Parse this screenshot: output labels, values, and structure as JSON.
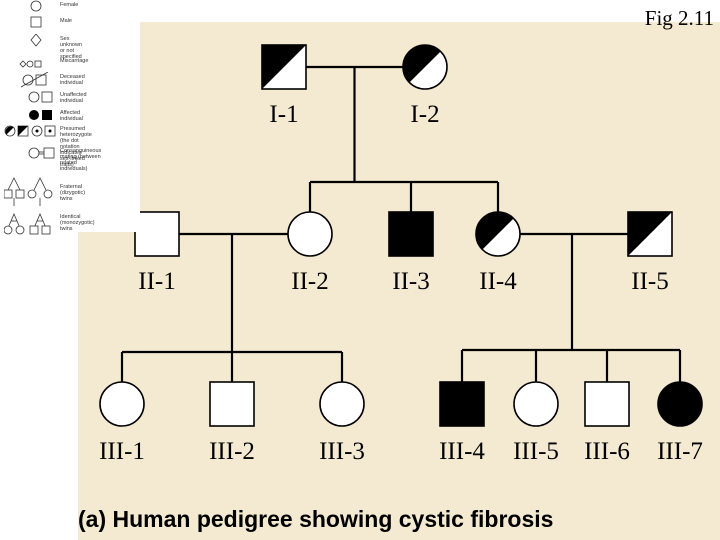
{
  "figure_label": "Fig 2.11",
  "caption": "(a) Human pedigree showing cystic fibrosis",
  "colors": {
    "background": "#f4ead1",
    "affected": "#000000",
    "unaffected": "#ffffff",
    "line": "#000000"
  },
  "legend": [
    {
      "symbol": "circle",
      "text": "Female"
    },
    {
      "symbol": "square",
      "text": "Male"
    },
    {
      "symbol": "diamond",
      "text": "Sex unknown or not specified"
    },
    {
      "symbol": "small-shapes",
      "text": "Miscarriage"
    },
    {
      "symbol": "slashed",
      "text": "Deceased individual"
    },
    {
      "symbol": "open-pair",
      "text": "Unaffected individual"
    },
    {
      "symbol": "filled-pair",
      "text": "Affected individual"
    },
    {
      "symbol": "carrier-group",
      "text": "Presumed heterozygote (the dot notation indicates sex-linked traits)"
    },
    {
      "symbol": "double-line",
      "text": "Consanguineous mating (between related individuals)"
    },
    {
      "symbol": "fraternal",
      "text": "Fraternal (dizygotic) twins"
    },
    {
      "symbol": "identical",
      "text": "Identical (monozygotic) twins"
    }
  ],
  "individuals": [
    {
      "id": "I-1",
      "label": "I-1",
      "sex": "male",
      "status": "carrier"
    },
    {
      "id": "I-2",
      "label": "I-2",
      "sex": "female",
      "status": "carrier"
    },
    {
      "id": "II-1",
      "label": "II-1",
      "sex": "male",
      "status": "unaffected"
    },
    {
      "id": "II-2",
      "label": "II-2",
      "sex": "female",
      "status": "unaffected"
    },
    {
      "id": "II-3",
      "label": "II-3",
      "sex": "male",
      "status": "affected"
    },
    {
      "id": "II-4",
      "label": "II-4",
      "sex": "female",
      "status": "carrier"
    },
    {
      "id": "II-5",
      "label": "II-5",
      "sex": "male",
      "status": "carrier"
    },
    {
      "id": "III-1",
      "label": "III-1",
      "sex": "female",
      "status": "unaffected"
    },
    {
      "id": "III-2",
      "label": "III-2",
      "sex": "male",
      "status": "unaffected"
    },
    {
      "id": "III-3",
      "label": "III-3",
      "sex": "female",
      "status": "unaffected"
    },
    {
      "id": "III-4",
      "label": "III-4",
      "sex": "male",
      "status": "affected"
    },
    {
      "id": "III-5",
      "label": "III-5",
      "sex": "female",
      "status": "unaffected"
    },
    {
      "id": "III-6",
      "label": "III-6",
      "sex": "male",
      "status": "unaffected"
    },
    {
      "id": "III-7",
      "label": "III-7",
      "sex": "female",
      "status": "affected"
    }
  ],
  "matings": [
    {
      "partners": [
        "I-1",
        "I-2"
      ],
      "children": [
        "II-2",
        "II-3",
        "II-4"
      ]
    },
    {
      "partners": [
        "II-1",
        "II-2"
      ],
      "children": [
        "III-1",
        "III-2",
        "III-3"
      ]
    },
    {
      "partners": [
        "II-4",
        "II-5"
      ],
      "children": [
        "III-4",
        "III-5",
        "III-6",
        "III-7"
      ]
    }
  ]
}
